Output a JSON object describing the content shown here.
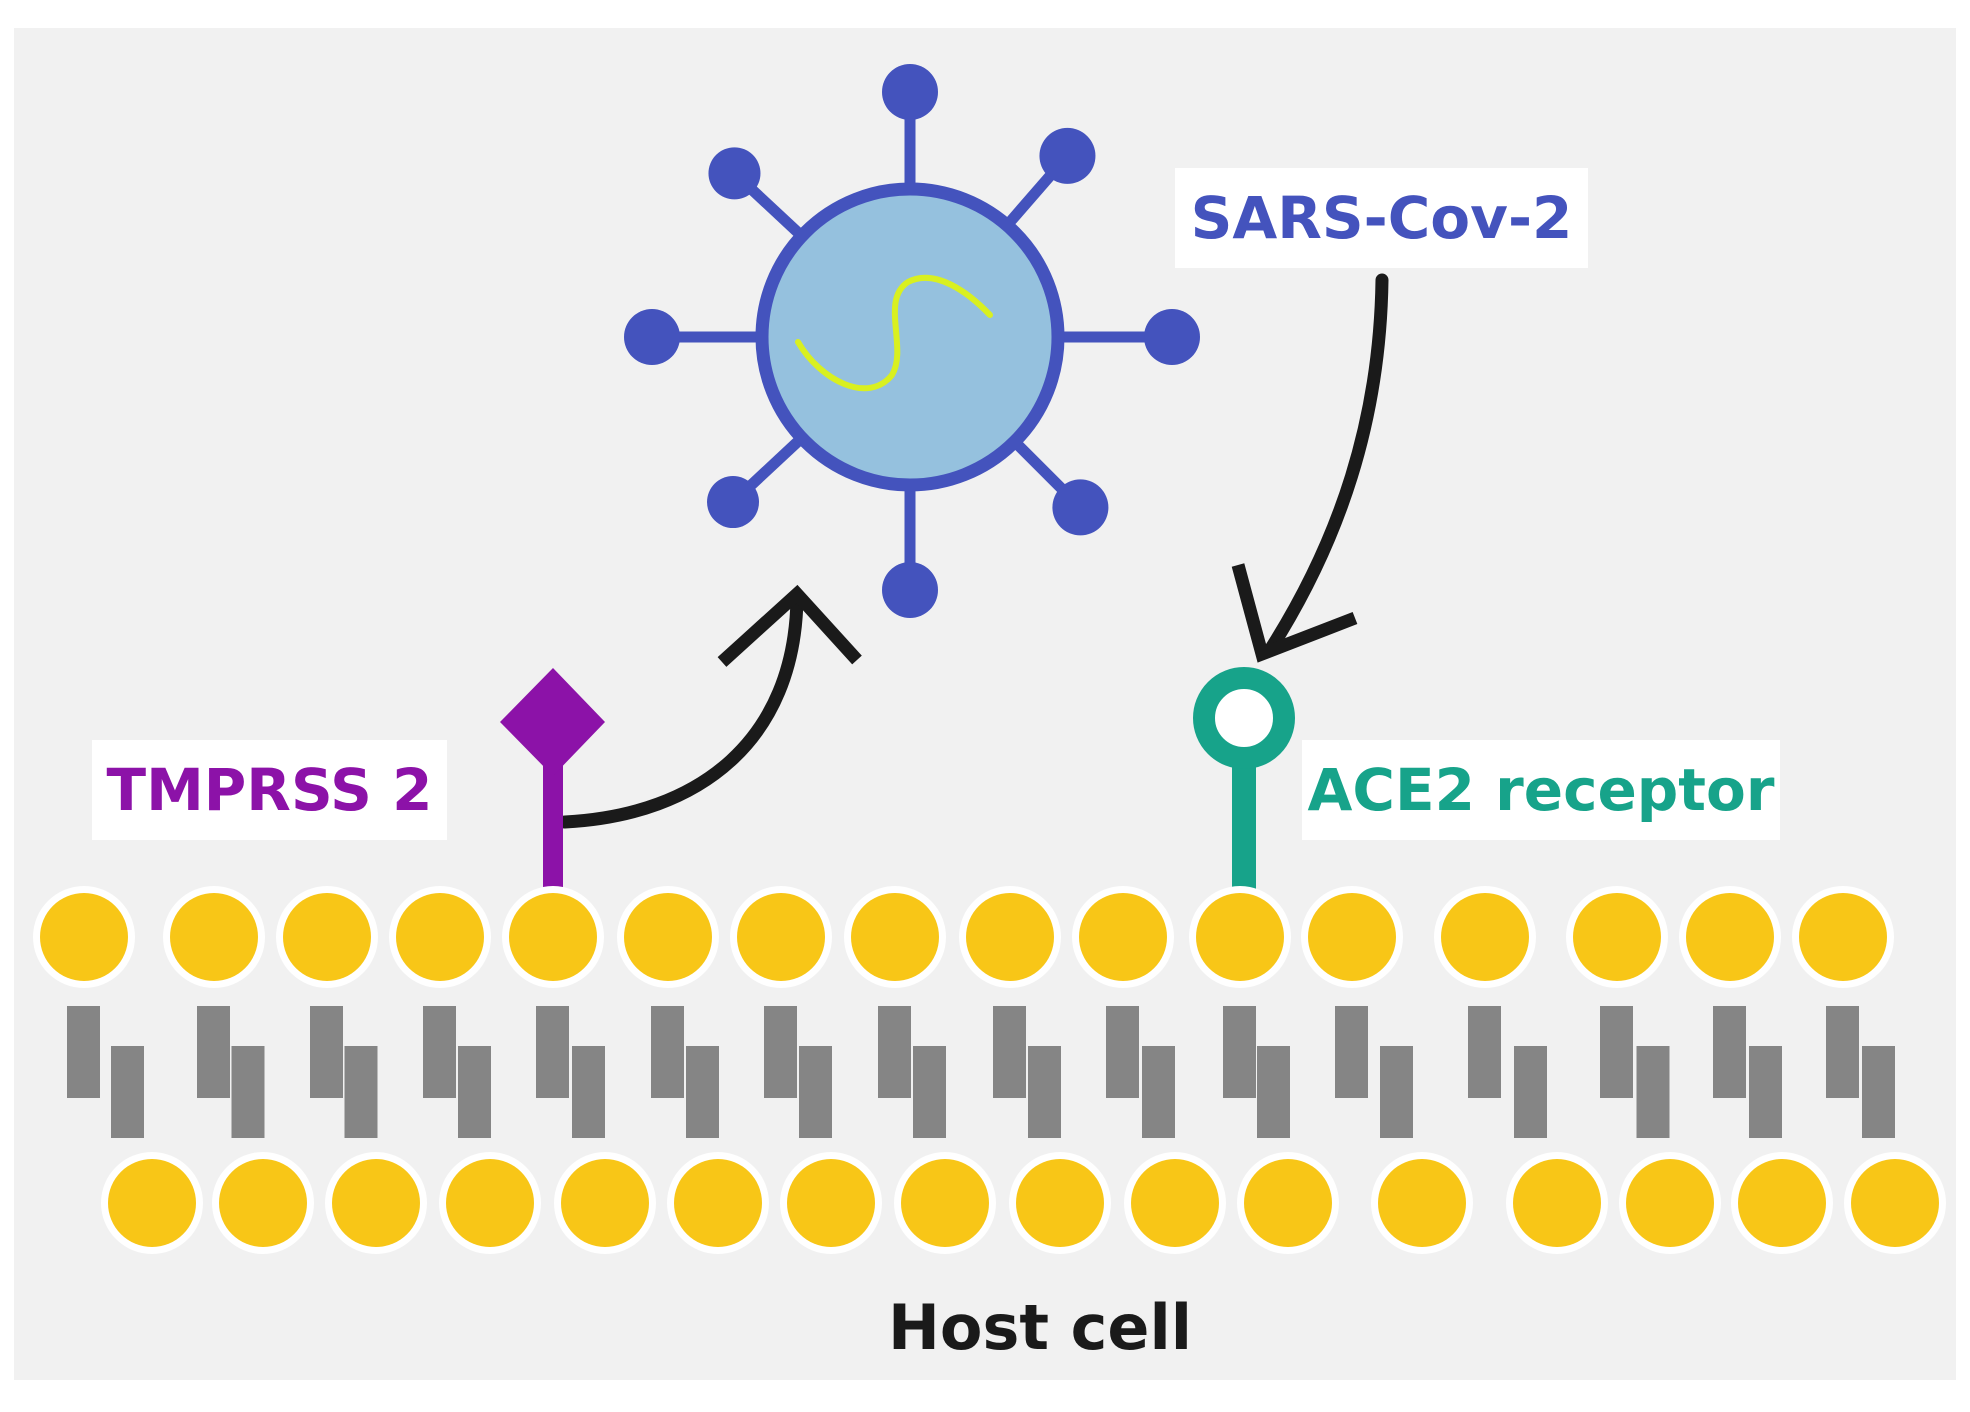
{
  "labels": {
    "virus": "SARS-Cov-2",
    "tmprss": "TMPRSS 2",
    "ace2": "ACE2 receptor",
    "host": "Host cell"
  },
  "colors": {
    "background": "#f1f1f1",
    "virus": "#4453bd",
    "virus_fill": "#95c1de",
    "rna": "#d9f020",
    "tmprss": "#8c12a8",
    "ace2": "#17a38a",
    "arrow": "#1a1a1a",
    "lipid_head": "#f8c617",
    "lipid_tail": "#858585",
    "host_text": "#1a1a1a"
  }
}
